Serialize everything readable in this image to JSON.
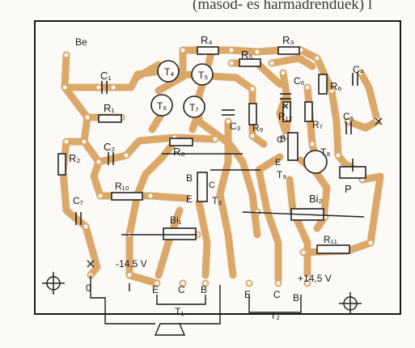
{
  "header": {
    "title_fragment": "(másod- és harmadrendűek) l"
  },
  "labels": {
    "be": "Be",
    "r1": "R₁",
    "r2": "R₂",
    "r3": "R₃",
    "r4": "R₄",
    "r5": "R₅",
    "r6": "R₆",
    "r7": "R₇",
    "r8": "R₈",
    "r9": "R₉",
    "r10": "R₁₀",
    "r11": "R₁₁",
    "r12": "R₁₂",
    "c1": "C₁",
    "c2": "C₂",
    "c3": "C₃",
    "c4": "C₄",
    "c5": "C₅",
    "c6": "C₆",
    "c7": "C₇",
    "t1": "T₁",
    "t2": "T₂",
    "t3": "T₃",
    "t4": "T₄",
    "t5": "T₅",
    "t6": "T₆",
    "t7": "T₇",
    "t8": "T₈",
    "t9": "T₉",
    "bi1": "Bi₁",
    "bi2": "Bi₂",
    "p": "P",
    "minus_supply": "-14,5 V",
    "plus_supply": "+14,5 V",
    "zero": "0",
    "t3_b": "B",
    "t3_c": "C",
    "t3_e": "E",
    "t9_b": "B",
    "t9_c": "C",
    "t9_e": "E",
    "t1_e": "E",
    "t1_c": "C",
    "t1_b": "B",
    "t2_e": "E",
    "t2_c": "C",
    "t2_b": "B"
  },
  "colors": {
    "trace": "#dca869",
    "component": "#222222",
    "board_outline": "#1a1a1a",
    "background": "#fbfaf7"
  }
}
